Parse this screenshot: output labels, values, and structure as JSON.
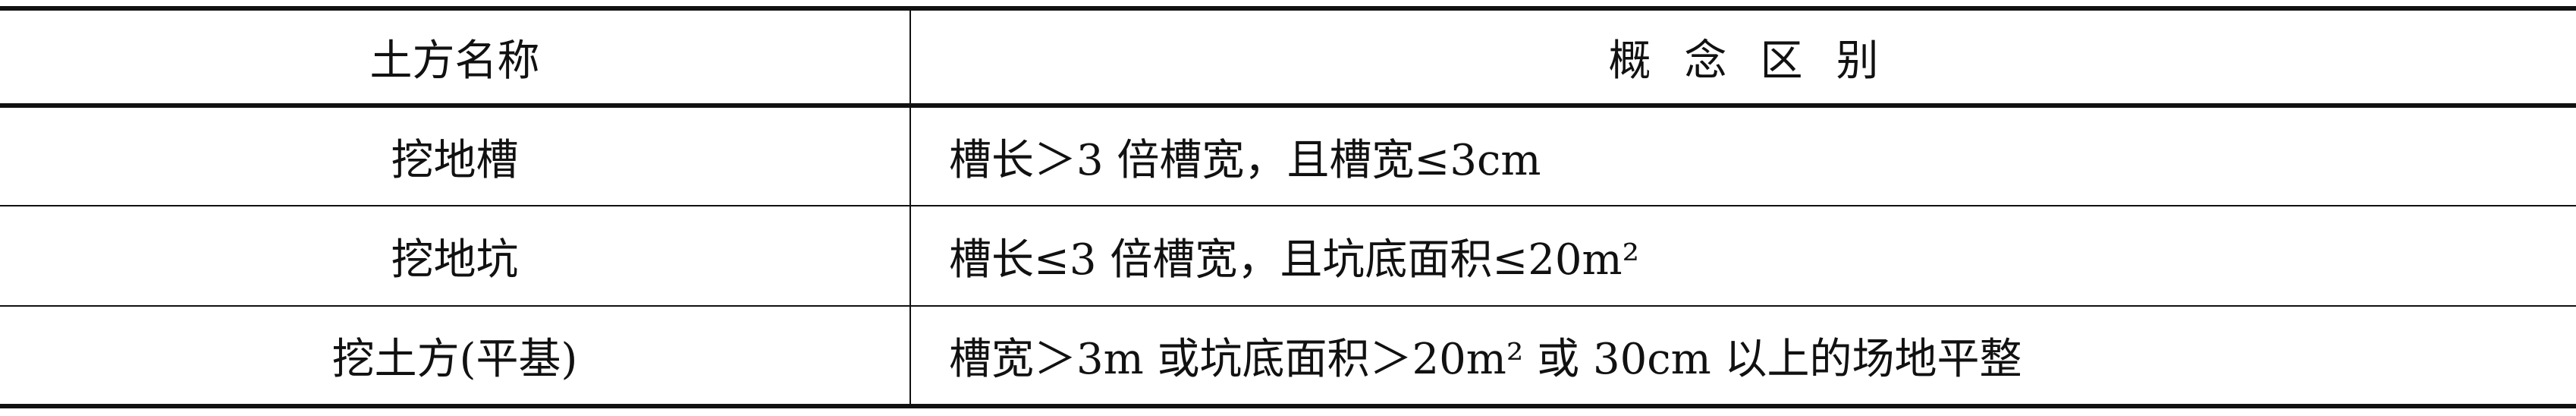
{
  "table": {
    "headers": {
      "name": "土方名称",
      "definition": "概念区别"
    },
    "rows": [
      {
        "name": "挖地槽",
        "definition": "槽长＞3 倍槽宽，且槽宽≤3cm"
      },
      {
        "name": "挖地坑",
        "definition": "槽长≤3 倍槽宽，且坑底面积≤20m²"
      },
      {
        "name": "挖土方(平基)",
        "definition": "槽宽＞3m 或坑底面积＞20m² 或 30cm 以上的场地平整"
      }
    ]
  }
}
